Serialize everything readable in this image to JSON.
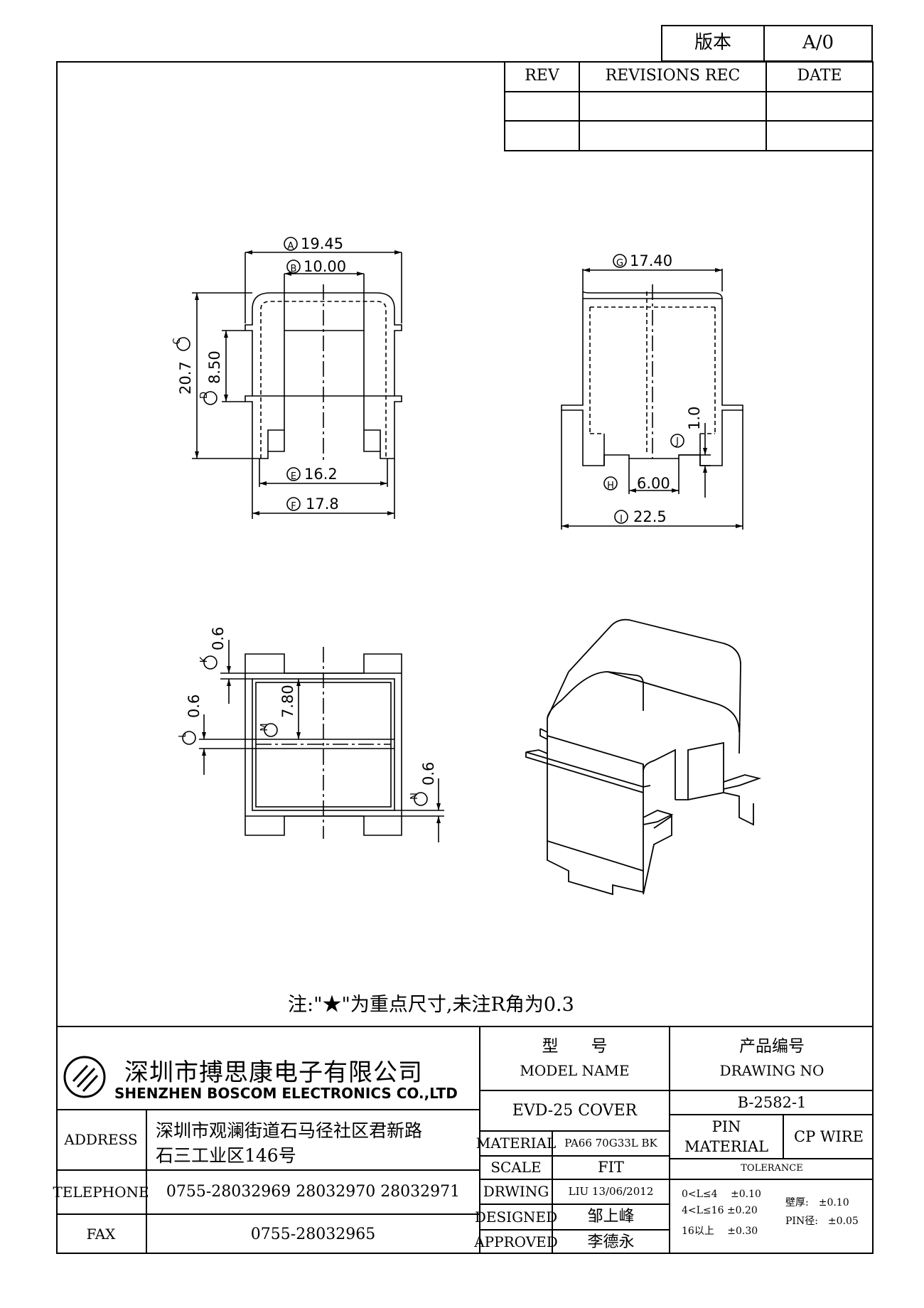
{
  "version": {
    "label": "版本",
    "value": "A/0"
  },
  "revisions": {
    "rev_header": "REV",
    "rec_header": "REVISIONS REC",
    "date_header": "DATE"
  },
  "dims": {
    "A": "A",
    "A_val": "19.45",
    "B": "B",
    "B_val": "10.00",
    "C": "C",
    "C_val": "20.7",
    "D": "D",
    "D_val": "8.50",
    "E": "E",
    "E_val": "16.2",
    "F": "F",
    "F_val": "17.8",
    "G": "G",
    "G_val": "17.40",
    "H": "H",
    "H_val": "6.00",
    "I": "I",
    "I_val": "22.5",
    "J": "J",
    "J_val": "1.0",
    "K": "K",
    "K_val": "0.6",
    "L": "L",
    "L_val": "0.6",
    "M": "M",
    "M_val": "7.80",
    "N": "N",
    "N_val": "0.6"
  },
  "note": "注:\"★\"为重点尺寸,未注R角为0.3",
  "company": {
    "name_cn": "深圳市搏思康电子有限公司",
    "name_en": "SHENZHEN BOSCOM ELECTRONICS CO.,LTD",
    "address_label": "ADDRESS",
    "address_line1": "深圳市观澜街道石马径社区君新路",
    "address_line2": "石三工业区146号",
    "telephone_label": "TELEPHONE",
    "telephone": "0755-28032969 28032970 28032971",
    "fax_label": "FAX",
    "fax": "0755-28032965"
  },
  "title_block": {
    "model_cn": "型　　号",
    "model_en": "MODEL NAME",
    "model_value": "EVD-25 COVER",
    "material_label": "MATERIAL",
    "material_value": "PA66 70G33L BK",
    "scale_label": "SCALE",
    "scale_value": "FIT",
    "drwing_label": "DRWING",
    "drwing_value": "LIU 13/06/2012",
    "designed_label": "DESIGNED",
    "designed_value": "邹上峰",
    "approved_label": "APPROVED",
    "approved_value": "李德永",
    "drawing_no_cn": "产品编号",
    "drawing_no_en": "DRAWING NO",
    "drawing_no_value": "B-2582-1",
    "pin_material_label1": "PIN",
    "pin_material_label2": "MATERIAL",
    "pin_material_value": "CP WIRE",
    "tolerance_label": "TOLERANCE",
    "tol1": "0<L≤4　 ±0.10",
    "tol2": "4<L≤16 ±0.20",
    "tol3": "16以上　 ±0.30",
    "wall_tol": "壁厚:　±0.10",
    "pin_tol": "PIN径:　±0.05"
  }
}
